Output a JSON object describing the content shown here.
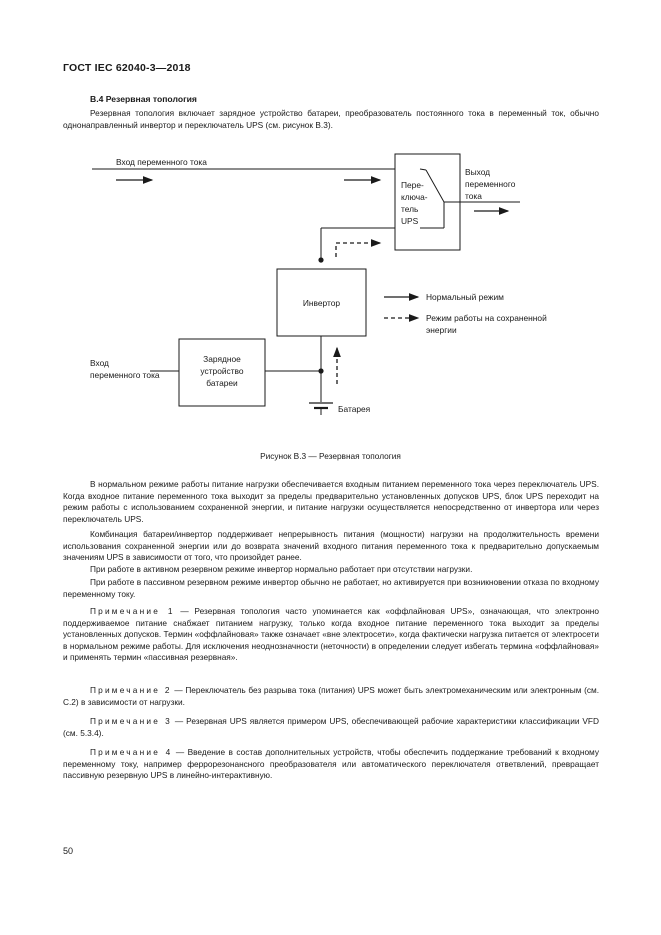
{
  "header": {
    "standard": "ГОСТ IEC 62040-3—2018"
  },
  "section": {
    "title": "B.4  Резервная топология"
  },
  "intro": "Резервная топология включает зарядное устройство батареи, преобразователь постоянного тока в переменный ток, обычно однонаправленный инвертор и переключатель UPS (см. рисунок В.3).",
  "diagram": {
    "ac_input_top": "Вход переменного тока",
    "switch_label": [
      "Пере-",
      "ключа-",
      "тель",
      "UPS"
    ],
    "ac_output": [
      "Выход",
      "переменного",
      "тока"
    ],
    "inverter": "Инвертор",
    "charger": [
      "Зарядное",
      "устройство",
      "батареи"
    ],
    "ac_input_left": [
      "Вход",
      "переменного тока"
    ],
    "battery": "Батарея",
    "legend_normal": "Нормальный режим",
    "legend_stored": [
      "Режим работы на сохраненной",
      "энергии"
    ]
  },
  "figure_caption": "Рисунок В.3 — Резервная топология",
  "paragraphs": [
    "В нормальном режиме работы питание нагрузки обеспечивается входным питанием переменного тока через переключатель UPS. Когда входное питание переменного тока выходит за пределы предварительно установленных допусков UPS, блок UPS переходит на режим работы с использованием сохраненной энергии, и питание нагрузки осуществляется непосредственно от инвертора или через переключатель UPS.",
    "Комбинация батареи/инвертор поддерживает непрерывность питания (мощности) нагрузки на продолжительность времени использования сохраненной энергии или до возврата значений входного питания переменного тока к предварительно допускаемым значениям UPS в зависимости от того, что произойдет ранее.",
    "При работе в активном резервном режиме инвертор нормально работает при отсутствии нагрузки.",
    "При работе в пассивном резервном режиме инвертор обычно не работает, но активируется при возникновении отказа по входному переменному току."
  ],
  "notes": [
    {
      "label": "Примечание 1",
      "text": " — Резервная топология часто упоминается как «оффлайновая UPS», означающая, что электронно поддерживаемое питание снабжает питанием нагрузку, только когда входное питание переменного тока выходит за пределы установленных допусков. Термин «оффлайновая» также означает «вне электросети», когда фактически нагрузка питается от электросети в нормальном режиме работы. Для исключения неоднозначности (неточности) в определении следует избегать термина «оффлайновая» и применять термин «пассивная резервная»."
    },
    {
      "label": "Примечание 2",
      "text": " — Переключатель без разрыва тока (питания) UPS может быть электромеханическим или электронным (см. С.2) в зависимости от нагрузки."
    },
    {
      "label": "Примечание 3",
      "text": " — Резервная UPS является примером UPS, обеспечивающей рабочие характеристики классификации VFD (см. 5.3.4)."
    },
    {
      "label": "Примечание 4",
      "text": " — Введение в состав дополнительных устройств, чтобы обеспечить поддержание требований к входному переменному току, например феррорезонансного преобразователя или автоматического переключателя ответвлений, превращает пассивную резервную UPS в линейно-интерактивную."
    }
  ],
  "page_number": "50"
}
